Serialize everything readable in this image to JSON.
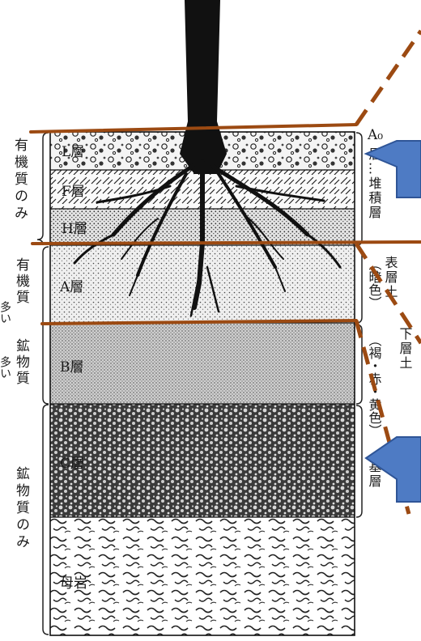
{
  "layers": [
    {
      "key": "L",
      "label": "L層"
    },
    {
      "key": "F",
      "label": "F層"
    },
    {
      "key": "H",
      "label": "H層"
    },
    {
      "key": "A",
      "label": "A層"
    },
    {
      "key": "B",
      "label": "B層"
    },
    {
      "key": "C",
      "label": "C層"
    },
    {
      "key": "bedrock",
      "label": "母岩"
    }
  ],
  "left_labels": {
    "organic_only": "有機質のみ",
    "organic": "有機質",
    "organic_many": "多い",
    "mineral": "鉱物質",
    "mineral_many": "多い",
    "mineral_only": "鉱物質のみ"
  },
  "right_labels": {
    "a0": "A₀",
    "a0_layer": "層…堆積層",
    "topsoil": "表層土",
    "topsoil_color": "（暗色）",
    "subsoil": "下層土",
    "subsoil_color": "（褐・赤・黄色）",
    "base": "基層"
  },
  "colors": {
    "line": "#9c4a12",
    "callout": "#4e7bc4",
    "ink": "#111111"
  }
}
